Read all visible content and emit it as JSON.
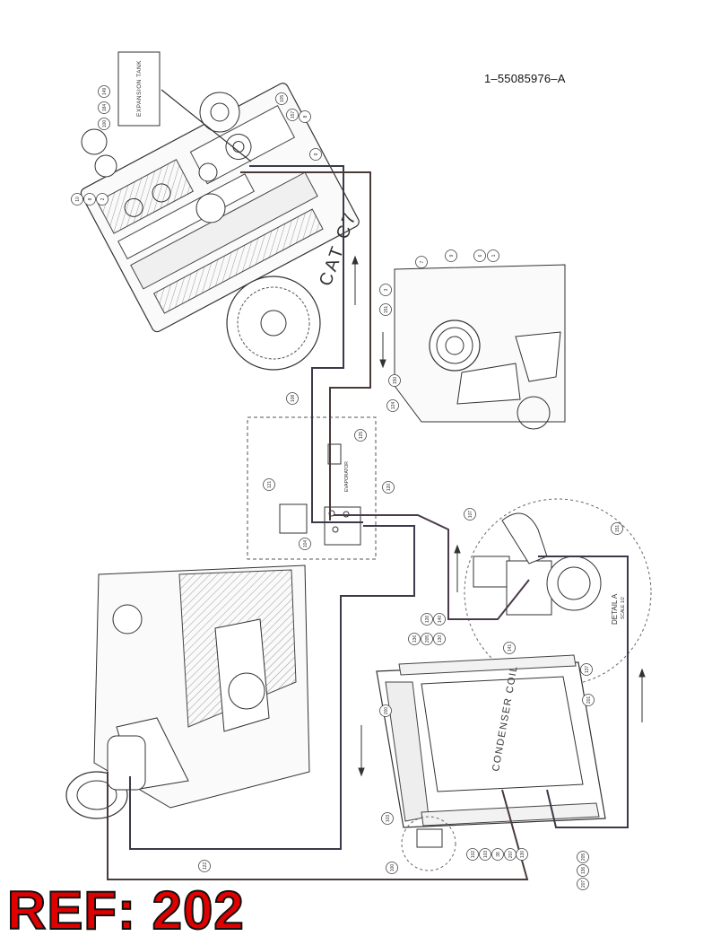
{
  "document_number": "1–55085976–A",
  "ref_badge": "REF: 202",
  "labels": {
    "expansion_tank": "EXPANSION TANK",
    "engine_model": "CAT C7",
    "condenser_coil": "CONDENSER COIL",
    "evaporator": "EVAPORATOR",
    "detail": "DETAIL A",
    "detail_scale": "SCALE 1/2"
  },
  "callouts": [
    "149",
    "184",
    "100",
    "105",
    "157",
    "8",
    "9",
    "10",
    "8",
    "2",
    "7",
    "9",
    "6",
    "1",
    "3",
    "151",
    "150",
    "108",
    "124",
    "125",
    "121",
    "120",
    "107",
    "104",
    "151",
    "136",
    "205",
    "130",
    "126",
    "140",
    "141",
    "137",
    "200",
    "201",
    "103",
    "100",
    "102",
    "103",
    "38",
    "207",
    "130",
    "122",
    "205",
    "136",
    "207"
  ],
  "colors": {
    "ref_red": "#e00000",
    "line": "#222222",
    "tint_blue": "#3a4a8a",
    "tint_red": "#8a3a3a"
  }
}
